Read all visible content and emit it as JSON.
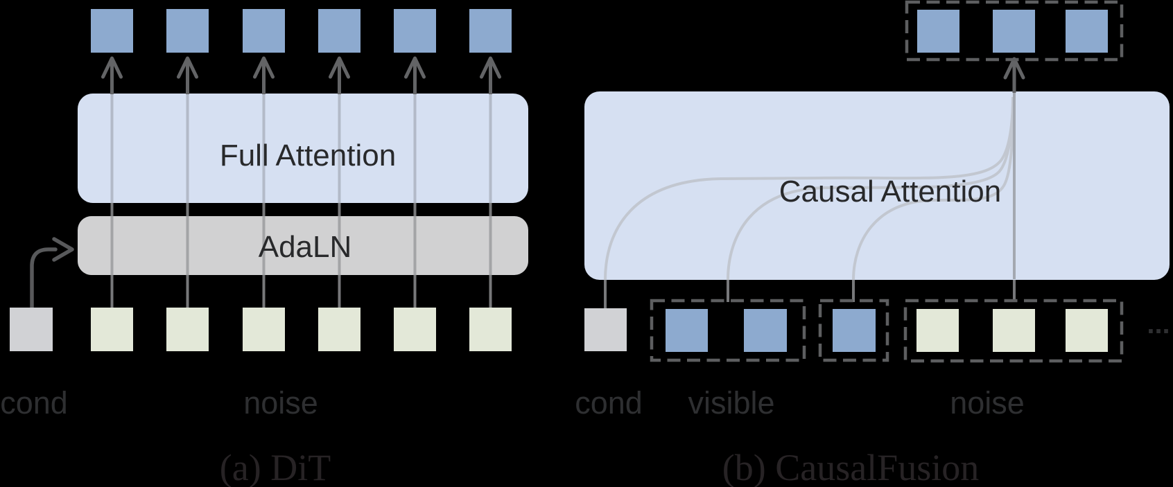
{
  "figure": {
    "background_color": "#000000",
    "panel_a": {
      "caption": "(a) DiT",
      "attention_box_label": "Full Attention",
      "adaln_box_label": "AdaLN",
      "cond_label": "cond",
      "noise_label": "noise",
      "output_token_count": 6,
      "noise_token_count": 6,
      "cond_token_count": 1
    },
    "panel_b": {
      "caption": "(b) CausalFusion",
      "attention_box_label": "Causal Attention",
      "cond_label": "cond",
      "visible_label": "visible",
      "noise_label": "noise",
      "ellipsis": "...",
      "output_token_count": 3,
      "visible_token_counts": [
        2,
        1
      ],
      "noise_token_count": 3,
      "cond_token_count": 1
    },
    "colors": {
      "token_blue": "#8daacf",
      "token_green": "#e3e8d8",
      "token_gray": "#d1d2d5",
      "attention_box_fill": "#d6e0f2",
      "adaln_box_fill": "#d1d1d2",
      "dashed_border": "#5d5e60",
      "arrow_dark": "#636466",
      "connector_mid": "#77787a",
      "curve_light": "#c2c7d0",
      "text_dark": "#2e2f31"
    }
  }
}
